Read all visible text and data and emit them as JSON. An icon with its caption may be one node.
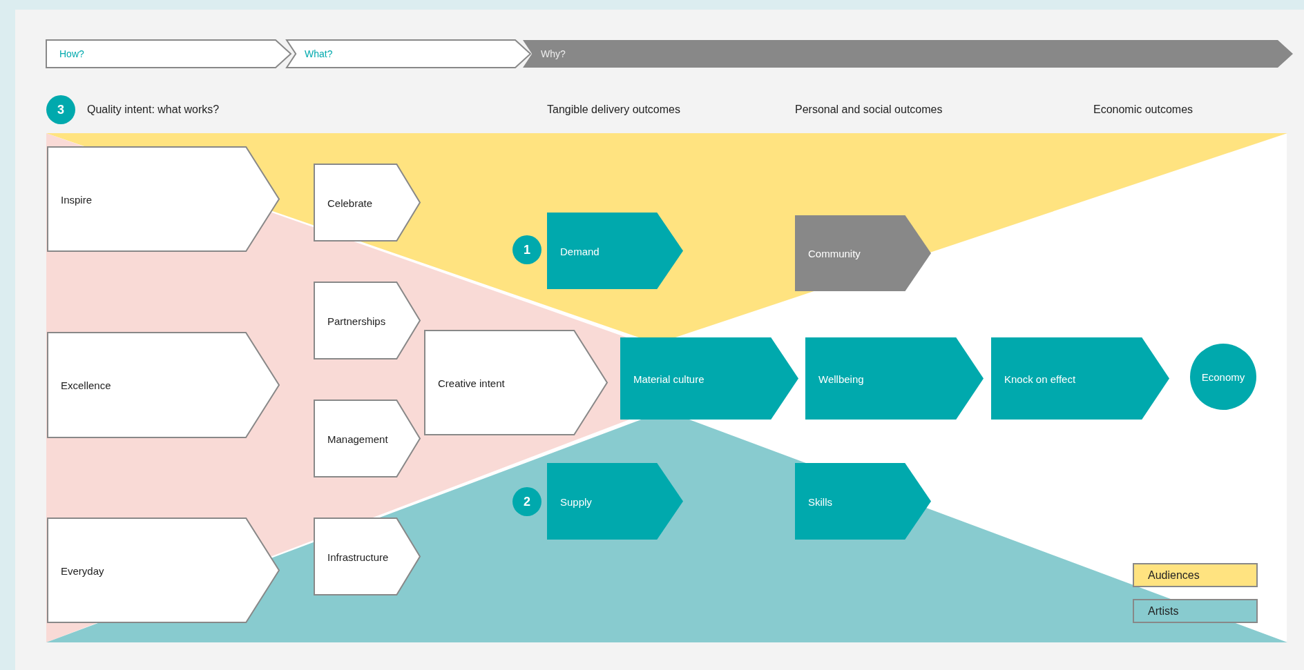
{
  "diagram": {
    "nodes": [
      {
        "text": [
          "How?"
        ]
      },
      {
        "text": [
          "What?"
        ]
      },
      {
        "text": [
          "Why?"
        ]
      },
      {
        "text": [
          "3"
        ],
        "beside": [
          "Quality intent: what works?"
        ]
      },
      {
        "text": [
          "Inspire"
        ]
      },
      {
        "text": [
          "Celebrate"
        ]
      },
      {
        "text": [
          "1"
        ]
      },
      {
        "text": [
          "Demand"
        ]
      },
      {
        "text": [
          "Community"
        ]
      },
      {
        "text": [
          "Partnerships"
        ]
      },
      {
        "text": [
          "Excellence"
        ]
      },
      {
        "text": [
          "Creative intent"
        ]
      },
      {
        "text": [
          "Material culture"
        ]
      },
      {
        "text": [
          "Wellbeing"
        ]
      },
      {
        "text": [
          "Knock on effect"
        ]
      },
      {
        "text": [
          "Economy"
        ]
      },
      {
        "text": [
          "Management"
        ]
      },
      {
        "text": [
          "2"
        ]
      },
      {
        "text": [
          "Supply"
        ]
      },
      {
        "text": [
          "Skills"
        ]
      },
      {
        "text": [
          "Everyday"
        ]
      },
      {
        "text": [
          "Infrastructure"
        ]
      }
    ],
    "labels": [
      "Tangible delivery outcomes",
      "Personal and social outcomes",
      "Economic outcomes"
    ],
    "legend": [
      {
        "text": "Audiences",
        "color": "#ffe380"
      },
      {
        "text": "Artists",
        "color": "#88cbcf"
      }
    ]
  }
}
